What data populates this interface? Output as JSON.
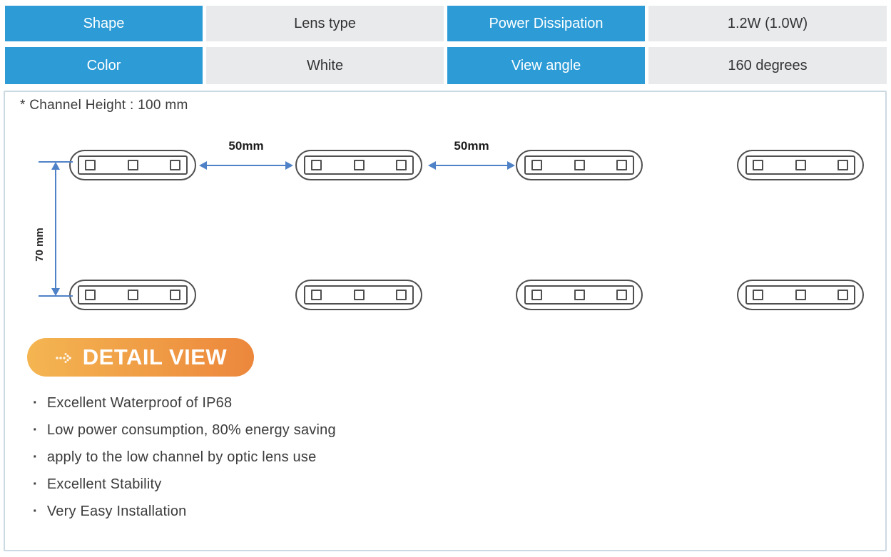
{
  "spec_table": {
    "row1": {
      "col1_label": "Shape",
      "col1_value": "Lens type",
      "col2_label": "Power Dissipation",
      "col2_value": "1.2W (1.0W)"
    },
    "row2": {
      "col1_label": "Color",
      "col1_value": "White",
      "col2_label": "View angle",
      "col2_value": "160 degrees"
    }
  },
  "installation_diagram": {
    "note": "* Channel Height : 100 mm",
    "horizontal_spacing_label": "50mm",
    "vertical_spacing_label": "70 mm",
    "rows_of_modules": 2,
    "modules_per_row": 4,
    "leds_per_module": 3
  },
  "detail_view": {
    "badge_label": "DETAIL VIEW",
    "bullet_char": "·",
    "bullets": [
      "Excellent Waterproof of IP68",
      "Low power consumption, 80% energy saving",
      "apply to the low channel by optic lens use",
      "Excellent Stability",
      "Very Easy Installation"
    ]
  },
  "colors": {
    "header_blue": "#2d9cd6",
    "cell_gray": "#e8eaec",
    "arrow_blue": "#4f81c7",
    "badge_gradient_start": "#f4b551",
    "badge_gradient_end": "#ec873c",
    "box_border": "#cbd9e3",
    "module_outline": "#4f4f4f",
    "text_dark": "#3b3b3b"
  }
}
